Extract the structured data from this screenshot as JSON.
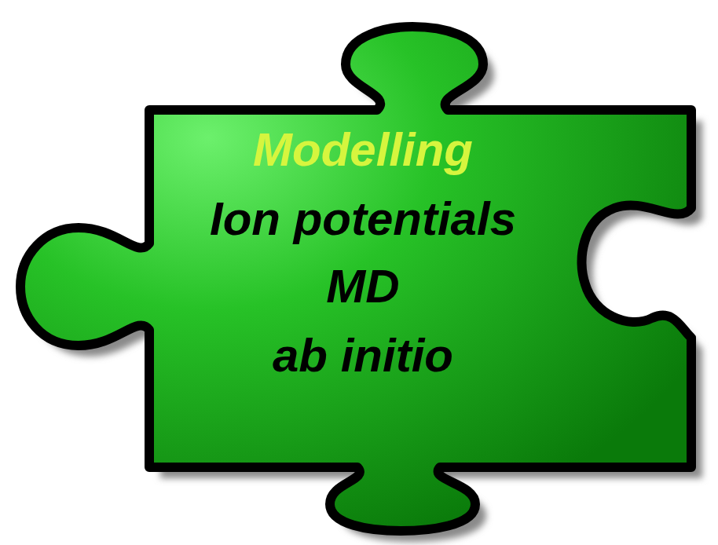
{
  "diagram": {
    "nodes": [
      {
        "text": [
          "Modelling",
          "Ion potentials",
          "MD",
          "ab initio"
        ]
      }
    ]
  }
}
